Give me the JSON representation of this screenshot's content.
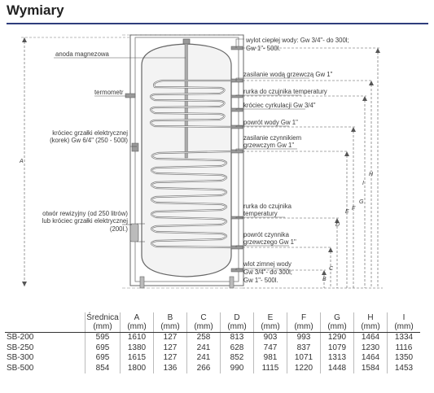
{
  "title": "Wymiary",
  "labels": {
    "anoda": "anoda magnezowa",
    "termometr": "termometr",
    "krociec_1": "króciec grzałki elektrycznej",
    "krociec_2": "(korek) Gw 6/4\" (250 - 500l)",
    "otwor_1": "otwór rewizyjny (od 250 litrów)",
    "otwor_2": "lub króciec grzałki elektrycznej",
    "otwor_3": "(200l.)",
    "wylot_1": "wylot ciepłej wody: Gw 3/4\"- do 300l;",
    "wylot_2": "Gw 1\"- 500l.",
    "zasilanie_grzewcza": "zasilanie wodą grzewczą Gw 1\"",
    "rurka_1": "rurka do czujnika temperatury",
    "cyrkulacja": "króciec cyrkulacji Gw 3/4\"",
    "powrot_wody": "powrót wody Gw 1\"",
    "zasilanie_czynnik_1": "zasilanie czynnikiem",
    "zasilanie_czynnik_2": "grzewczym Gw 1\"",
    "rurka2_1": "rurka do czujnika",
    "rurka2_2": "temperatury",
    "powrot_czynnik_1": "powrót czynnika",
    "powrot_czynnik_2": "grzewczego Gw 1\"",
    "wlot_1": "wlot zimnej wody",
    "wlot_2": "Gw 3/4\"- do 300l;",
    "wlot_3": "Gw 1\"- 500l."
  },
  "dimension_letters": {
    "A": "A",
    "B": "B",
    "C": "C",
    "D": "D",
    "E": "E",
    "F": "F",
    "G": "G",
    "H": "H",
    "I": "I"
  },
  "table": {
    "headers": [
      {
        "top": "Średnica",
        "bottom": "(mm)"
      },
      {
        "top": "A",
        "bottom": "(mm)"
      },
      {
        "top": "B",
        "bottom": "(mm)"
      },
      {
        "top": "C",
        "bottom": "(mm)"
      },
      {
        "top": "D",
        "bottom": "(mm)"
      },
      {
        "top": "E",
        "bottom": "(mm)"
      },
      {
        "top": "F",
        "bottom": "(mm)"
      },
      {
        "top": "G",
        "bottom": "(mm)"
      },
      {
        "top": "H",
        "bottom": "(mm)"
      },
      {
        "top": "I",
        "bottom": "(mm)"
      }
    ],
    "rows": [
      {
        "model": "SB-200",
        "values": [
          "595",
          "1610",
          "127",
          "258",
          "813",
          "903",
          "993",
          "1290",
          "1464",
          "1334"
        ]
      },
      {
        "model": "SB-250",
        "values": [
          "695",
          "1380",
          "127",
          "241",
          "628",
          "747",
          "837",
          "1079",
          "1230",
          "1116"
        ]
      },
      {
        "model": "SB-300",
        "values": [
          "695",
          "1615",
          "127",
          "241",
          "852",
          "981",
          "1071",
          "1313",
          "1464",
          "1350"
        ]
      },
      {
        "model": "SB-500",
        "values": [
          "854",
          "1800",
          "136",
          "266",
          "990",
          "1115",
          "1220",
          "1448",
          "1584",
          "1453"
        ]
      }
    ]
  }
}
